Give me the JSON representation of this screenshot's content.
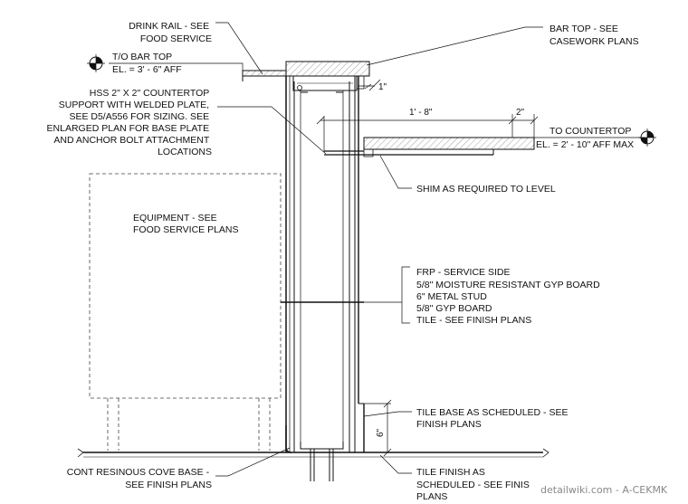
{
  "drawing": {
    "labels": {
      "drink_rail": [
        "DRINK RAIL - SEE",
        "FOOD SERVICE"
      ],
      "bar_top_elev": [
        "T/O BAR TOP",
        "EL. = 3' - 6\" AFF"
      ],
      "hss_support": [
        "HSS 2\" X 2\" COUNTERTOP",
        "SUPPORT WITH WELDED PLATE,",
        "SEE D5/A556   FOR SIZING. SEE",
        "ENLARGED PLAN FOR BASE PLATE",
        "AND ANCHOR BOLT ATTACHMENT",
        "LOCATIONS"
      ],
      "equipment": [
        "EQUIPMENT - SEE",
        "FOOD SERVICE PLANS"
      ],
      "bar_top": [
        "BAR TOP - SEE",
        "CASEWORK PLANS"
      ],
      "countertop_elev": [
        "TO COUNTERTOP",
        "EL. = 2' - 10\" AFF MAX"
      ],
      "shim": [
        "SHIM AS REQUIRED TO LEVEL"
      ],
      "wall_assembly": [
        "FRP - SERVICE SIDE",
        "5/8\" MOISTURE RESISTANT GYP BOARD",
        "6\" METAL STUD",
        "5/8\" GYP BOARD",
        "TILE - SEE FINISH PLANS"
      ],
      "tile_base": [
        "TILE BASE AS SCHEDULED - SEE",
        "FINISH PLANS"
      ],
      "cove_base": [
        "CONT RESINOUS COVE BASE -",
        "SEE FINISH PLANS"
      ],
      "tile_finish": [
        "TILE FINISH AS",
        "SCHEDULED - SEE FINIS",
        "PLANS"
      ]
    },
    "dimensions": {
      "overhang_1in": "1\"",
      "counter_depth": "1' - 8\"",
      "counter_edge": "2\"",
      "base_height": "6\""
    },
    "watermark": "detailwiki.com - A-CEKMK"
  }
}
